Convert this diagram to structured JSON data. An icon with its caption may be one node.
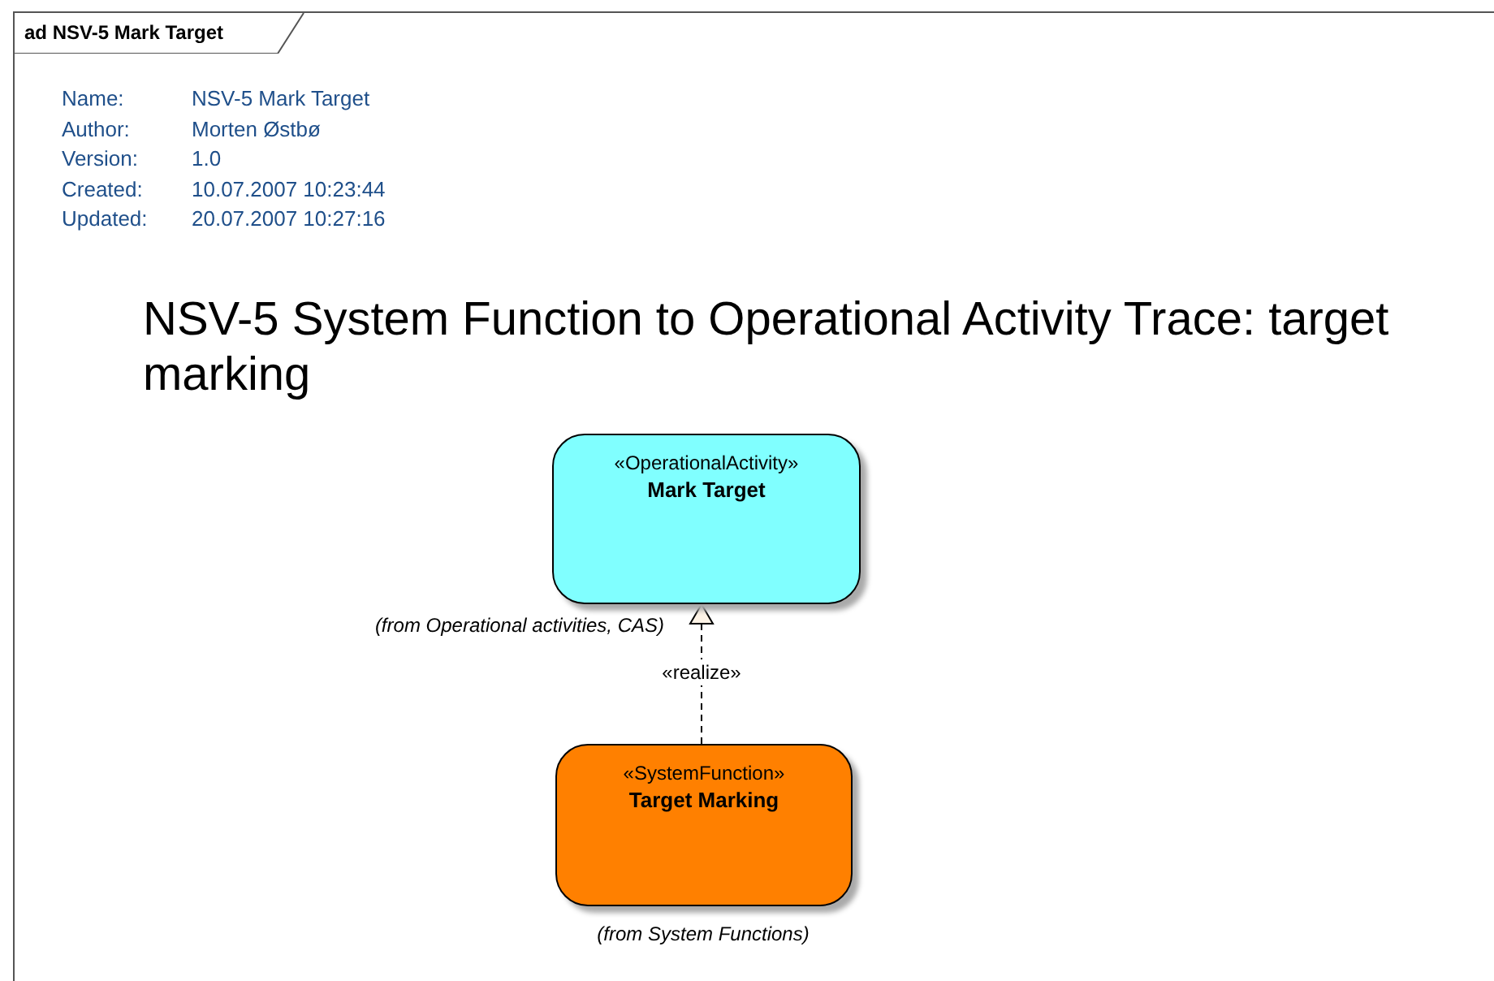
{
  "diagram": {
    "title": "NSV-5 System Function to Operational Activity Trace: target marking",
    "nodes": [
      {
        "text": [
          "ad NSV-5 Mark Target"
        ]
      },
      {
        "text": [
          "«OperationalActivity»",
          "Mark Target"
        ],
        "beside": [
          "(from Operational activities, CAS)"
        ],
        "in": 0
      },
      {
        "text": [
          "«SystemFunction»",
          "Target Marking"
        ],
        "beside": [
          "(from System Functions)"
        ],
        "in": 0
      }
    ],
    "edges": [
      {
        "from": 2,
        "to": 1,
        "arrow": "to",
        "style": "dashed",
        "label": "«realize»"
      }
    ],
    "labels": [
      "Name:",
      "NSV-5 Mark Target",
      "Author:",
      "Morten Østbø",
      "Version:",
      "1.0",
      "Created:",
      "10.07.2007 10:23:44",
      "Updated:",
      "20.07.2007 10:27:16"
    ]
  }
}
